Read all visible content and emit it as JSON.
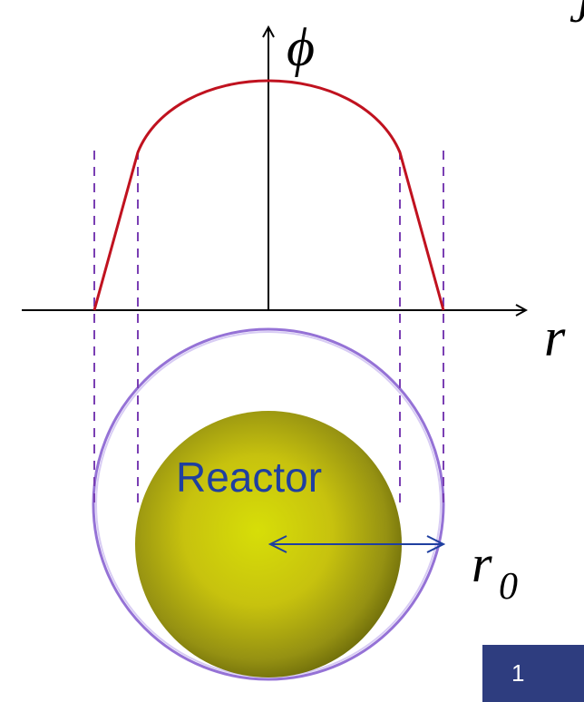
{
  "diagram": {
    "labels": {
      "y_axis": "ϕ",
      "x_axis": "r",
      "radius_main": "r",
      "radius_sub": "0",
      "core": "Reactor"
    },
    "colors": {
      "axis": "#000000",
      "flux_curve": "#c0121f",
      "guide_dash": "#7a3fb3",
      "reflector_outline": "#8a63d2",
      "core_center": "#d7de08",
      "core_edge": "#5a5a06",
      "core_label": "#1f3fa0",
      "radius_arrow": "#1f3fa0"
    }
  },
  "corner_mark": "J",
  "page_number": "1",
  "page_badge_color": "#2e3d7f"
}
